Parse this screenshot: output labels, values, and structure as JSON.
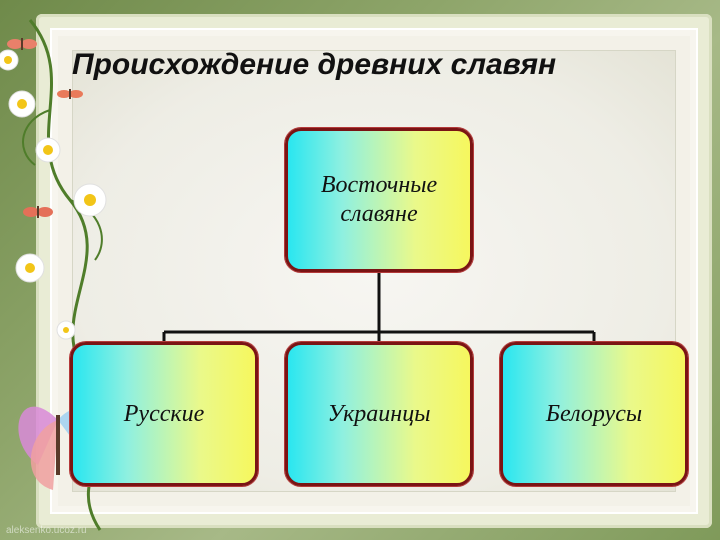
{
  "slide": {
    "title": "Происхождение древних славян",
    "watermark": "aleksenko.ucoz.ru"
  },
  "diagram": {
    "root": {
      "label_line1": "Восточные",
      "label_line2": "славяне"
    },
    "children": [
      {
        "label": "Русские"
      },
      {
        "label": "Украинцы"
      },
      {
        "label": "Белорусы"
      }
    ]
  },
  "colors": {
    "node_border": "#7a1414",
    "node_gradient_left": "#29e6f0",
    "node_gradient_right": "#f6f75e",
    "connector": "#111111",
    "background_green": "#8ea56a"
  },
  "decorations": [
    "daisy-icon",
    "butterfly-icon",
    "vine-icon"
  ]
}
